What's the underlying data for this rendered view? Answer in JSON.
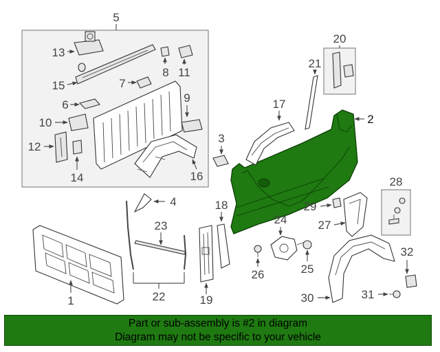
{
  "callouts": {
    "c1": "1",
    "c2": "2",
    "c3": "3",
    "c4": "4",
    "c5": "5",
    "c6": "6",
    "c7": "7",
    "c8": "8",
    "c9": "9",
    "c10": "10",
    "c11": "11",
    "c12": "12",
    "c13": "13",
    "c14": "14",
    "c15": "15",
    "c16": "16",
    "c17": "17",
    "c18": "18",
    "c19": "19",
    "c20": "20",
    "c21": "21",
    "c22": "22",
    "c23": "23",
    "c24": "24",
    "c25": "25",
    "c26": "26",
    "c27": "27",
    "c28": "28",
    "c29": "29",
    "c30": "30",
    "c31": "31",
    "c32": "32"
  },
  "banner": {
    "line1": "Part or sub-assembly is #2 in diagram",
    "line2": "Diagram may not be specific to your vehicle"
  },
  "colors": {
    "highlight": "#1f7a11",
    "banner_bg": "#1f7a11"
  }
}
